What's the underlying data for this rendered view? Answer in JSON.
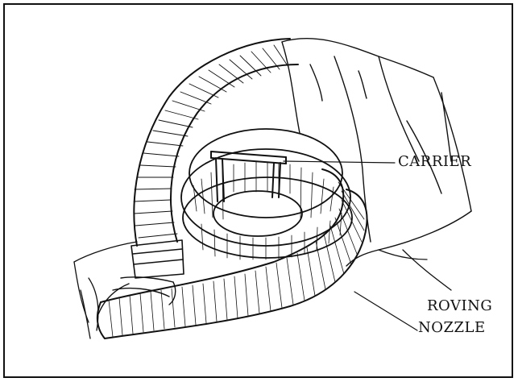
{
  "labels": {
    "carrier": "CARRIER",
    "roving": "ROVING",
    "nozzle": "NOZZLE"
  },
  "colors": {
    "ink": "#111111",
    "paper": "#ffffff"
  }
}
